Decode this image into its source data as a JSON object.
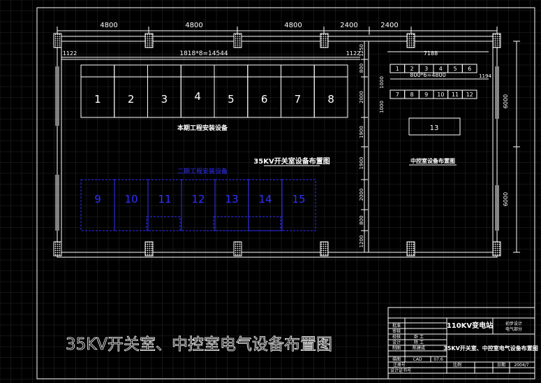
{
  "drawing": {
    "title": "35KV开关室、中控室电气设备布置图",
    "colors": {
      "background": "#000000",
      "line": "#ffffff",
      "grid": "#2a2a2a",
      "phase2": "#3030ff",
      "title_text": "#ffffff"
    }
  },
  "dimensions": {
    "top": [
      "4800",
      "4800",
      "4800",
      "2400",
      "2400"
    ],
    "left_margin": "1122",
    "right_margin": "1122",
    "row_total": "1818*8=14544",
    "vertical": [
      "1250",
      "800",
      "2000",
      "1900",
      "1900",
      "2000",
      "800",
      "1200"
    ],
    "right_total_top": "6000",
    "right_total_bottom": "6000",
    "control_width": "7188",
    "control_row": "800*6=4800",
    "control_side": "1194",
    "control_row1_h": "1000",
    "control_row2_h": "1000"
  },
  "switchgear_room": {
    "phase1_label": "本期工程安装设备",
    "phase2_label": "二期工程安装设备",
    "section_label": "35KV开关室设备布置图",
    "phase1_cabinets": [
      "1",
      "2",
      "3",
      "4",
      "5",
      "6",
      "7",
      "8"
    ],
    "phase2_cabinets": [
      "9",
      "10",
      "11",
      "12",
      "13",
      "14",
      "15"
    ]
  },
  "control_room": {
    "section_label": "中控室设备布置图",
    "row1": [
      "1",
      "2",
      "3",
      "4",
      "5",
      "6"
    ],
    "row2": [
      "7",
      "8",
      "9",
      "10",
      "11",
      "12"
    ],
    "console": "13"
  },
  "title_block": {
    "project": "110KV变电站",
    "stage": "初步设计",
    "subject": "电气部分",
    "drawing_name": "35KV开关室、中控室电气设备布置图",
    "rows": [
      {
        "label": "批准",
        "value": ""
      },
      {
        "label": "审核",
        "value": ""
      },
      {
        "label": "校核",
        "value": "卧 工"
      },
      {
        "label": "设计",
        "value": "除 工"
      },
      {
        "label": "制图",
        "value": "陈建成"
      },
      {
        "label": "描图",
        "value": "CAD"
      }
    ],
    "cad_version": "07.6",
    "approve_label": "注册号",
    "check_label": "设计证书号",
    "ratio_label": "比例",
    "date_label": "日期",
    "date": "2004/7"
  }
}
